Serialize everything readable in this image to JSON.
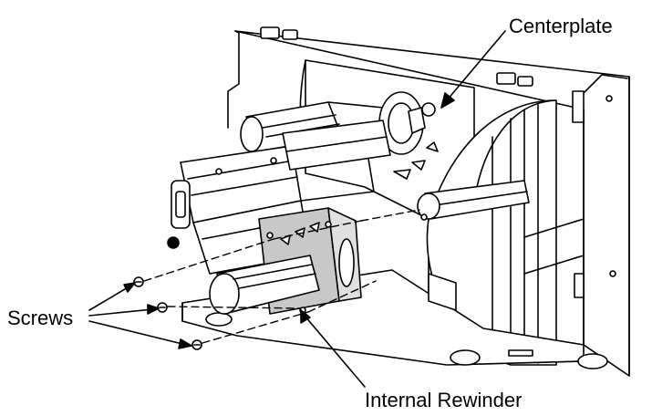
{
  "labels": {
    "centerplate": "Centerplate",
    "screws": "Screws",
    "internal_rewinder": "Internal Rewinder"
  },
  "colors": {
    "line": "#000000",
    "fill": "#ffffff",
    "rewinder_plate": "#c8c8c8"
  }
}
